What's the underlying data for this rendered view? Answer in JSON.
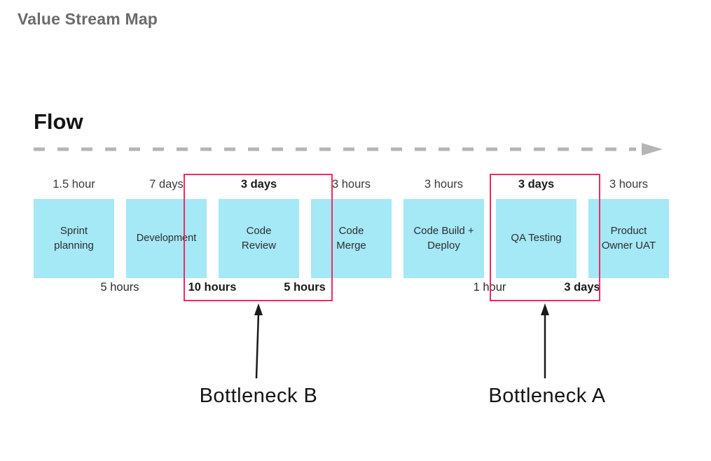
{
  "page": {
    "title": "Value Stream Map",
    "flow_label": "Flow"
  },
  "steps": [
    {
      "label": "Sprint planning",
      "duration_above": "1.5 hour"
    },
    {
      "label": "Development",
      "duration_above": "7 days"
    },
    {
      "label": "Code Review",
      "duration_above": "3 days"
    },
    {
      "label": "Code Merge",
      "duration_above": "3 hours"
    },
    {
      "label": "Code Build + Deploy",
      "duration_above": "3 hours"
    },
    {
      "label": "QA Testing",
      "duration_above": "3 days"
    },
    {
      "label": "Product Owner UAT",
      "duration_above": "3 hours"
    }
  ],
  "wait_times": [
    {
      "label": "5 hours"
    },
    {
      "label": "10 hours"
    },
    {
      "label": "5 hours"
    },
    {
      "label": "1 hour"
    },
    {
      "label": "3 days"
    }
  ],
  "bottlenecks": [
    {
      "label": "Bottleneck B"
    },
    {
      "label": "Bottleneck A"
    }
  ],
  "colors": {
    "box_fill": "#a5e8f6",
    "bottleneck_border": "#ee2b63",
    "dash_color": "#b5b5b5",
    "title_color": "#6b6b6b",
    "arrow_color": "#1a1a1a"
  }
}
